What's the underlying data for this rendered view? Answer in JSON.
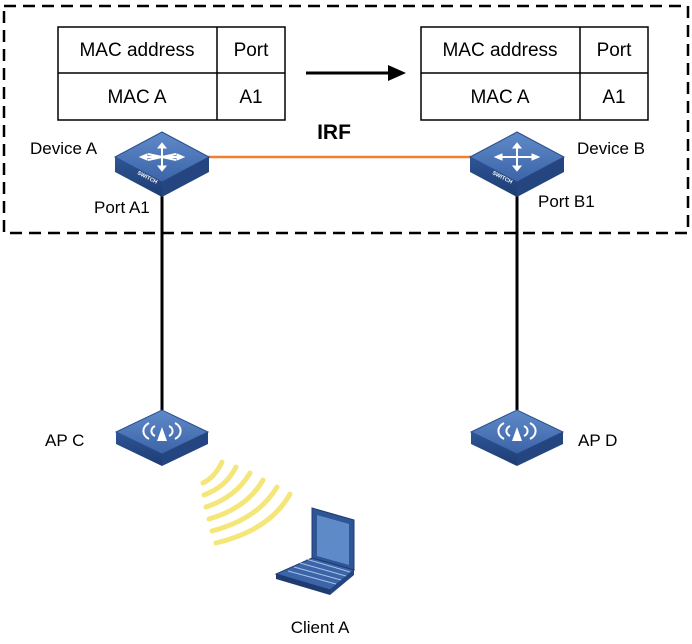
{
  "irf": {
    "label": "IRF",
    "link_color": "#f08030"
  },
  "devices": {
    "a": {
      "label": "Device A",
      "port": "Port A1",
      "device_text": "SWITCH"
    },
    "b": {
      "label": "Device B",
      "port": "Port B1",
      "device_text": "SWITCH"
    }
  },
  "aps": {
    "c": {
      "label": "AP C"
    },
    "d": {
      "label": "AP D"
    }
  },
  "client": {
    "label": "Client A"
  },
  "tables": {
    "left": {
      "headers": [
        "MAC address",
        "Port"
      ],
      "rows": [
        [
          "MAC A",
          "A1"
        ]
      ]
    },
    "right": {
      "headers": [
        "MAC address",
        "Port"
      ],
      "rows": [
        [
          "MAC A",
          "A1"
        ]
      ]
    }
  },
  "colors": {
    "device_top": "#4a74b6",
    "device_side": "#2a4f8e",
    "wireless": "#f5e67a",
    "boundary": "#000000"
  },
  "icons": {
    "switch": "switch-icon",
    "access_point": "access-point-icon",
    "laptop": "laptop-icon",
    "arrow": "arrow-right-icon"
  }
}
